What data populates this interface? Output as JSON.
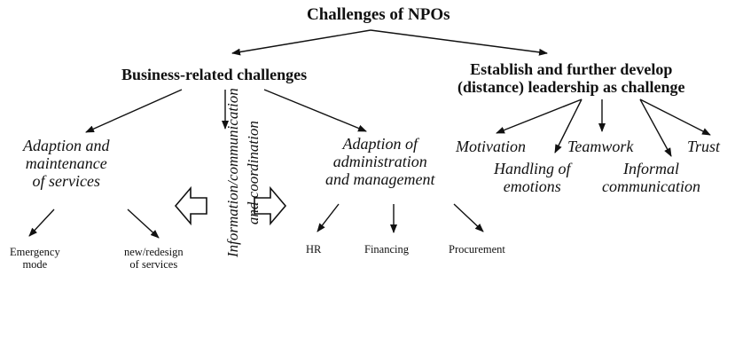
{
  "title": "Challenges of NPOs",
  "business": {
    "heading": "Business-related challenges",
    "adaption_services": [
      "Adaption and",
      "maintenance",
      "of services"
    ],
    "emergency": [
      "Emergency",
      "mode"
    ],
    "redesign": [
      "new/redesign",
      "of services"
    ],
    "info": [
      "Information/communication",
      "and coordination"
    ],
    "adaption_admin": [
      "Adaption of",
      "administration",
      "and management"
    ],
    "hr": "HR",
    "financing": "Financing",
    "procurement": "Procurement"
  },
  "leadership": {
    "heading": [
      "Establish and further develop",
      "(distance) leadership as challenge"
    ],
    "motivation": "Motivation",
    "handling": [
      "Handling of",
      "emotions"
    ],
    "teamwork": "Teamwork",
    "informal": [
      "Informal",
      "communication"
    ],
    "trust": "Trust"
  }
}
